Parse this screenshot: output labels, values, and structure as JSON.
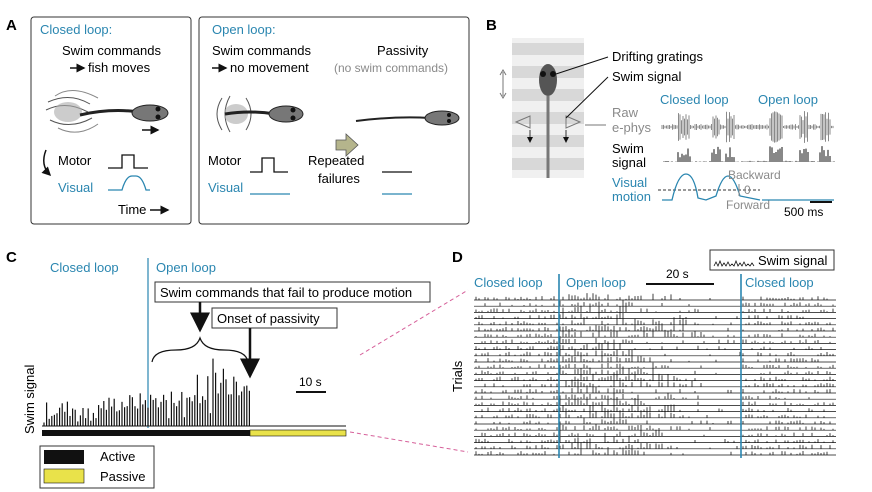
{
  "colors": {
    "accent_blue": "#2a86b0",
    "passive_yellow": "#e9e24a",
    "active_black": "#111111",
    "gray_text": "#8a8a8a",
    "magenta_dash": "#d6609a"
  },
  "panel_a": {
    "label": "A",
    "closed": {
      "title": "Closed loop:",
      "line1": "Swim commands",
      "line2": "fish moves",
      "motor": "Motor",
      "visual": "Visual",
      "time": "Time"
    },
    "open": {
      "title": "Open loop:",
      "line1": "Swim commands",
      "line2": "no movement",
      "passivity": "Passivity",
      "no_swim": "(no swim commands)",
      "repeated1": "Repeated",
      "repeated2": "failures",
      "motor": "Motor",
      "visual": "Visual"
    }
  },
  "panel_b": {
    "label": "B",
    "drifting": "Drifting gratings",
    "swim_signal": "Swim signal",
    "raw1": "Raw",
    "raw2": "e-phys",
    "swim1": "Swim",
    "swim2": "signal",
    "visual1": "Visual",
    "visual2": "motion",
    "closed": "Closed loop",
    "open": "Open loop",
    "backward": "Backward",
    "zero": "0",
    "forward": "Forward",
    "scale": "500 ms"
  },
  "panel_c": {
    "label": "C",
    "closed": "Closed loop",
    "open": "Open loop",
    "callout1": "Swim commands that fail to produce motion",
    "callout2": "Onset of passivity",
    "ylabel": "Swim signal",
    "scale": "10 s",
    "legend_active": "Active",
    "legend_passive": "Passive"
  },
  "panel_d": {
    "label": "D",
    "closed1": "Closed loop",
    "open": "Open loop",
    "closed2": "Closed loop",
    "scale": "20 s",
    "legend": "Swim signal",
    "ylabel": "Trials",
    "trial_count": 26
  }
}
